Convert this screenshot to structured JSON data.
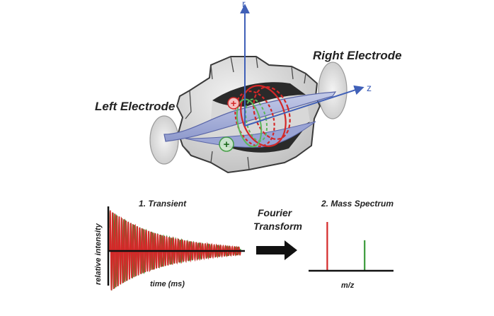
{
  "labels": {
    "left_electrode": "Left Electrode",
    "right_electrode": "Right Electrode",
    "axis_r": "r",
    "axis_z": "z",
    "positive_ion": "+",
    "negative_ion": "+",
    "transient_title": "1. Transient",
    "transient_ylabel": "relative intensity",
    "transient_xlabel": "time (ms)",
    "fourier_line1": "Fourier",
    "fourier_line2": "Transform",
    "spectrum_title": "2. Mass Spectrum",
    "spectrum_xlabel": "m/z"
  },
  "colors": {
    "axis_blue": "#4060b8",
    "red_ion": "#d42828",
    "green_ion": "#3a9a3a",
    "spindle": "#a8b2dc",
    "body_gray": "#d6d6d6",
    "dark_electrode": "#2a2a2a"
  },
  "transient": {
    "series": [
      {
        "name": "",
        "color": "#d42828",
        "frequency": "high"
      },
      {
        "name": "",
        "color": "#3a9a3a",
        "frequency": "low"
      }
    ]
  },
  "spectrum": {
    "peaks": [
      {
        "position": 0.22,
        "relative_height": 1.0,
        "color": "#d42828"
      },
      {
        "position": 0.66,
        "relative_height": 0.62,
        "color": "#3a9a3a"
      }
    ]
  }
}
